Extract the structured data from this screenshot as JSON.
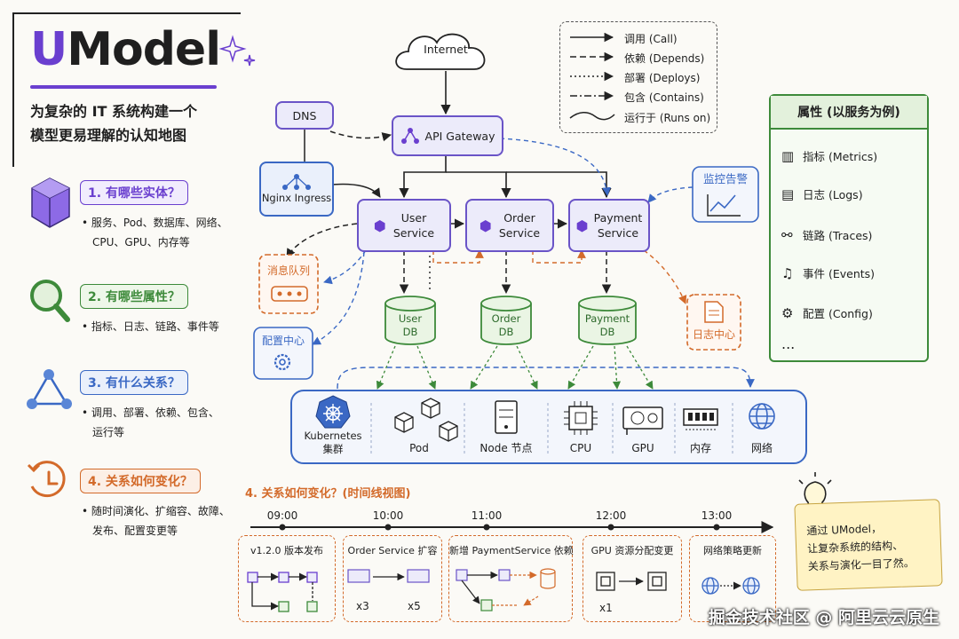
{
  "header": {
    "brand_u": "U",
    "brand_rest": "Model",
    "subtitle_line1": "为复杂的 IT 系统构建一个",
    "subtitle_line2": "模型更易理解的认知地图"
  },
  "questions": [
    {
      "title": "1. 有哪些实体？",
      "desc_line1": "• 服务、Pod、数据库、网络、",
      "desc_line2": "CPU、GPU、内存等",
      "color": "#6a3fcf"
    },
    {
      "title": "2. 有哪些属性？",
      "desc_line1": "• 指标、日志、链路、事件等",
      "desc_line2": "",
      "color": "#3d8a3a"
    },
    {
      "title": "3. 有什么关系？",
      "desc_line1": "• 调用、部署、依赖、包含、",
      "desc_line2": "运行等",
      "color": "#3a68c4"
    },
    {
      "title": "4. 关系如何变化？",
      "desc_line1": "• 随时间演化、扩缩容、故障、",
      "desc_line2": "发布、配置变更等",
      "color": "#d36a2a"
    }
  ],
  "diagram": {
    "internet": "Internet",
    "dns": "DNS",
    "api_gateway": "API Gateway",
    "nginx": "Nginx Ingress",
    "user_service": [
      "User",
      "Service"
    ],
    "order_service": [
      "Order",
      "Service"
    ],
    "payment_service": [
      "Payment",
      "Service"
    ],
    "monitor": "监控告警",
    "mq": "消息队列",
    "config_center": "配置中心",
    "log_center": "日志中心",
    "user_db": [
      "User",
      "DB"
    ],
    "order_db": [
      "Order",
      "DB"
    ],
    "payment_db": [
      "Payment",
      "DB"
    ],
    "infra": {
      "kubernetes": [
        "Kubernetes",
        "集群"
      ],
      "pod": "Pod",
      "node": "Node 节点",
      "cpu": "CPU",
      "gpu": "GPU",
      "memory": "内存",
      "network": "网络"
    }
  },
  "legend": [
    {
      "label": "调用 (Call)",
      "style": "solid"
    },
    {
      "label": "依赖 (Depends)",
      "style": "dashed"
    },
    {
      "label": "部署 (Deploys)",
      "style": "dotted"
    },
    {
      "label": "包含 (Contains)",
      "style": "dashdot"
    },
    {
      "label": "运行于 (Runs on)",
      "style": "wave"
    }
  ],
  "attributes": {
    "title": "属性 (以服务为例)",
    "items": [
      {
        "label": "指标 (Metrics)",
        "icon": "bar-chart-icon"
      },
      {
        "label": "日志 (Logs)",
        "icon": "document-icon"
      },
      {
        "label": "链路 (Traces)",
        "icon": "trace-icon"
      },
      {
        "label": "事件 (Events)",
        "icon": "bell-icon"
      },
      {
        "label": "配置 (Config)",
        "icon": "gear-icon"
      }
    ],
    "more": "..."
  },
  "timeline": {
    "title": "4. 关系如何变化？(时间线视图)",
    "times": [
      "09:00",
      "10:00",
      "11:00",
      "12:00",
      "13:00"
    ],
    "cards": [
      {
        "title": "v1.2.0 版本发布"
      },
      {
        "title": "Order Service 扩容",
        "from": "x3",
        "to": "x5"
      },
      {
        "title": "新增 PaymentService 依赖"
      },
      {
        "title": "GPU 资源分配变更",
        "count": "x1"
      },
      {
        "title": "网络策略更新"
      }
    ]
  },
  "tip": {
    "line1": "通过 UModel，",
    "line2": "让复杂系统的结构、",
    "line3": "关系与演化一目了然。"
  },
  "watermark": "掘金技术社区 @ 阿里云云原生",
  "colors": {
    "purple": "#6a3fcf",
    "green": "#3d8a3a",
    "blue": "#3a68c4",
    "orange": "#d36a2a"
  }
}
